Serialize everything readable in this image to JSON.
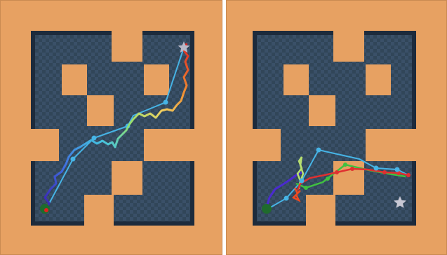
{
  "colors": {
    "board": "#e7a162",
    "board_edge": "#c98a52",
    "wall": "#1d2b3c",
    "floor_a": "#3a5068",
    "floor_b": "#314659",
    "start": "#1f6b2c",
    "goal_left": "#b9b9c8",
    "goal_right": "#c8c8d4",
    "waypoint_path": "#46b4e6"
  },
  "panels": [
    {
      "id": "left",
      "trajectory": "rainbow-trajectory",
      "start_marker": "start-dot",
      "goal_marker": "goal-star"
    },
    {
      "id": "right",
      "trajectory": "multi-plan-trajectories",
      "start_marker": "start-dot",
      "goal_marker": "goal-star"
    }
  ]
}
